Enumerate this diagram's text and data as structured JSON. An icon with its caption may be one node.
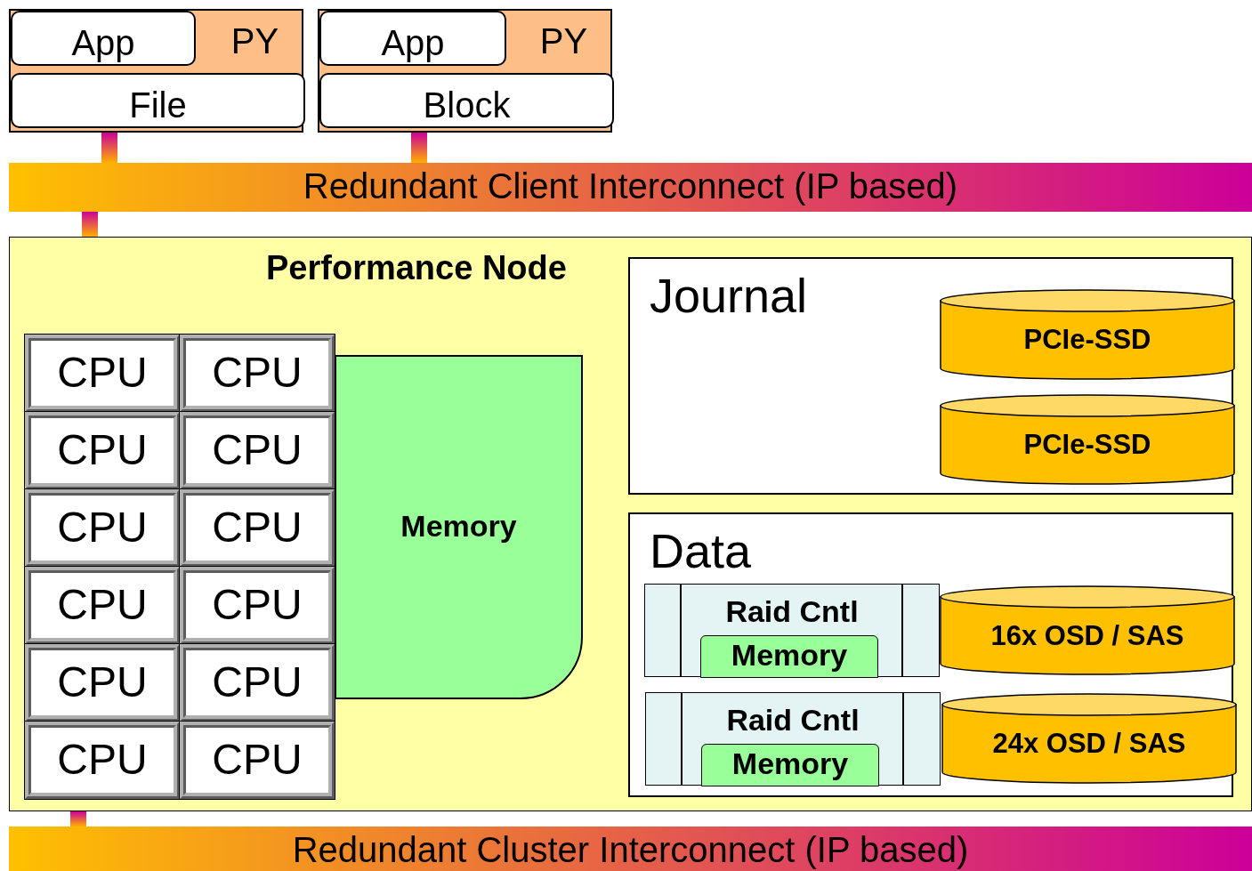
{
  "diagram": {
    "nodes": [
      {
        "text": [
          "PY"
        ]
      },
      {
        "text": [
          "App"
        ],
        "in": 0
      },
      {
        "text": [
          "File"
        ],
        "in": 0
      },
      {
        "text": [
          "PY"
        ]
      },
      {
        "text": [
          "App"
        ],
        "in": 3
      },
      {
        "text": [
          "Block"
        ],
        "in": 3
      },
      {
        "text": [
          "Redundant Client Interconnect (IP based)"
        ]
      },
      {
        "text": [
          "Performance Node"
        ]
      },
      {
        "text": [
          "CPU"
        ],
        "in": 7
      },
      {
        "text": [
          "CPU"
        ],
        "in": 7
      },
      {
        "text": [
          "CPU"
        ],
        "in": 7
      },
      {
        "text": [
          "CPU"
        ],
        "in": 7
      },
      {
        "text": [
          "CPU"
        ],
        "in": 7
      },
      {
        "text": [
          "CPU"
        ],
        "in": 7
      },
      {
        "text": [
          "CPU"
        ],
        "in": 7
      },
      {
        "text": [
          "CPU"
        ],
        "in": 7
      },
      {
        "text": [
          "CPU"
        ],
        "in": 7
      },
      {
        "text": [
          "CPU"
        ],
        "in": 7
      },
      {
        "text": [
          "CPU"
        ],
        "in": 7
      },
      {
        "text": [
          "CPU"
        ],
        "in": 7
      },
      {
        "text": [
          "Memory"
        ],
        "in": 7
      },
      {
        "text": [
          "Journal"
        ],
        "in": 7
      },
      {
        "text": [
          "PCIe-SSD"
        ],
        "in": 21
      },
      {
        "text": [
          "PCIe-SSD"
        ],
        "in": 21
      },
      {
        "text": [
          "Data"
        ],
        "in": 7
      },
      {
        "text": [
          "Raid Cntl"
        ],
        "in": 24
      },
      {
        "text": [
          "Memory"
        ],
        "in": 25
      },
      {
        "text": [
          "16x OSD / SAS"
        ],
        "in": 24
      },
      {
        "text": [
          "Raid Cntl"
        ],
        "in": 24
      },
      {
        "text": [
          "Memory"
        ],
        "in": 28
      },
      {
        "text": [
          "24x OSD / SAS"
        ],
        "in": 24
      },
      {
        "text": [
          "Redundant Cluster Interconnect (IP based)"
        ]
      }
    ],
    "edges": [
      {
        "from": 0,
        "to": 6,
        "arrow": "none"
      },
      {
        "from": 3,
        "to": 6,
        "arrow": "none"
      },
      {
        "from": 6,
        "to": 7,
        "arrow": "none"
      },
      {
        "from": 7,
        "to": 31,
        "arrow": "none"
      }
    ]
  }
}
